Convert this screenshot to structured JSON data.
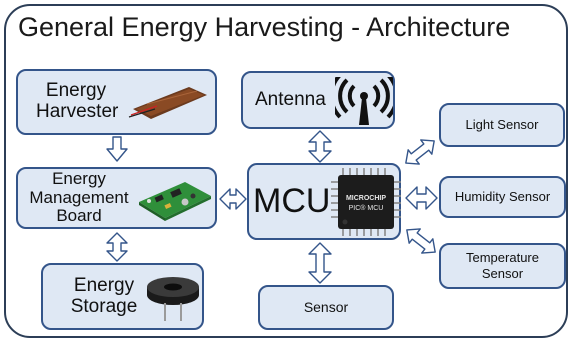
{
  "diagram": {
    "title": "General Energy Harvesting - Architecture",
    "nodes": {
      "energy_harvester": "Energy\nHarvester",
      "energy_management_board": "Energy\nManagement\nBoard",
      "energy_storage": "Energy\nStorage",
      "antenna": "Antenna",
      "mcu": "MCU",
      "sensor": "Sensor",
      "light_sensor": "Light Sensor",
      "humidity_sensor": "Humidity Sensor",
      "temperature_sensor": "Temperature\nSensor"
    },
    "chip_labels": {
      "brand": "MICROCHIP",
      "product": "PIC® MCU"
    },
    "colors": {
      "frame": "#2c3e57",
      "box_fill": "#dfe8f4",
      "box_border": "#34558a",
      "arrow_fill": "#ffffff",
      "arrow_stroke": "#34558a"
    },
    "icons": [
      "solar-panel-icon",
      "circuit-board-icon",
      "battery-storage-icon",
      "wireless-signal-icon",
      "microchip-icon"
    ]
  }
}
